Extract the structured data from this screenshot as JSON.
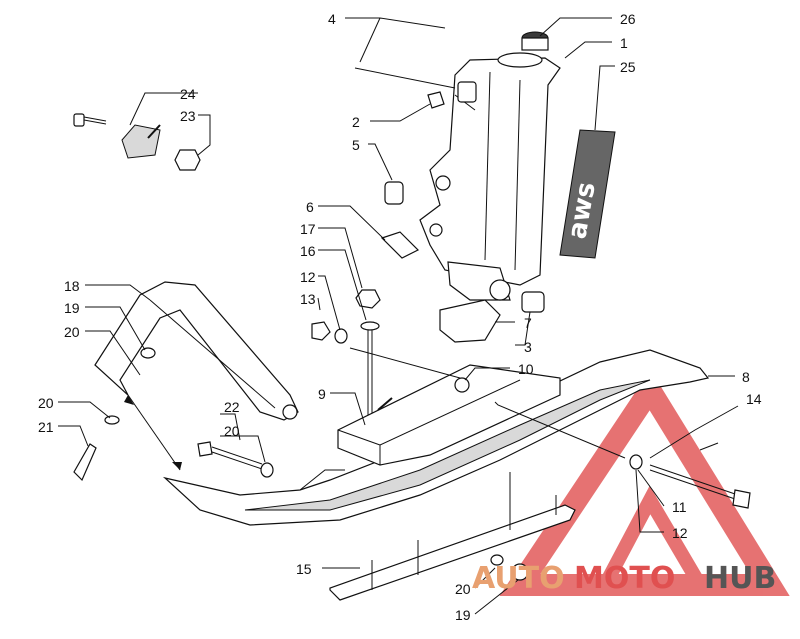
{
  "callouts": [
    {
      "id": "c4",
      "text": "4"
    },
    {
      "id": "c26",
      "text": "26"
    },
    {
      "id": "c1",
      "text": "1"
    },
    {
      "id": "c25",
      "text": "25"
    },
    {
      "id": "c24",
      "text": "24"
    },
    {
      "id": "c23",
      "text": "23"
    },
    {
      "id": "c2",
      "text": "2"
    },
    {
      "id": "c5",
      "text": "5"
    },
    {
      "id": "c6",
      "text": "6"
    },
    {
      "id": "c17",
      "text": "17"
    },
    {
      "id": "c16",
      "text": "16"
    },
    {
      "id": "c12a",
      "text": "12"
    },
    {
      "id": "c13",
      "text": "13"
    },
    {
      "id": "c18",
      "text": "18"
    },
    {
      "id": "c19a",
      "text": "19"
    },
    {
      "id": "c20a",
      "text": "20"
    },
    {
      "id": "c7",
      "text": "7"
    },
    {
      "id": "c3",
      "text": "3"
    },
    {
      "id": "c10",
      "text": "10"
    },
    {
      "id": "c8",
      "text": "8"
    },
    {
      "id": "c9",
      "text": "9"
    },
    {
      "id": "c14",
      "text": "14"
    },
    {
      "id": "c20b",
      "text": "20"
    },
    {
      "id": "c21",
      "text": "21"
    },
    {
      "id": "c22",
      "text": "22"
    },
    {
      "id": "c20c",
      "text": "20"
    },
    {
      "id": "c11",
      "text": "11"
    },
    {
      "id": "c12b",
      "text": "12"
    },
    {
      "id": "c15",
      "text": "15"
    },
    {
      "id": "c20d",
      "text": "20"
    },
    {
      "id": "c19b",
      "text": "19"
    }
  ],
  "decal_text": "aws",
  "watermark": {
    "part1": "AUTO",
    "part2": "MOTO",
    "part3": "HUB",
    "color_primary": "#e8a070",
    "color_secondary": "#e05050",
    "color_dark": "#555555"
  }
}
